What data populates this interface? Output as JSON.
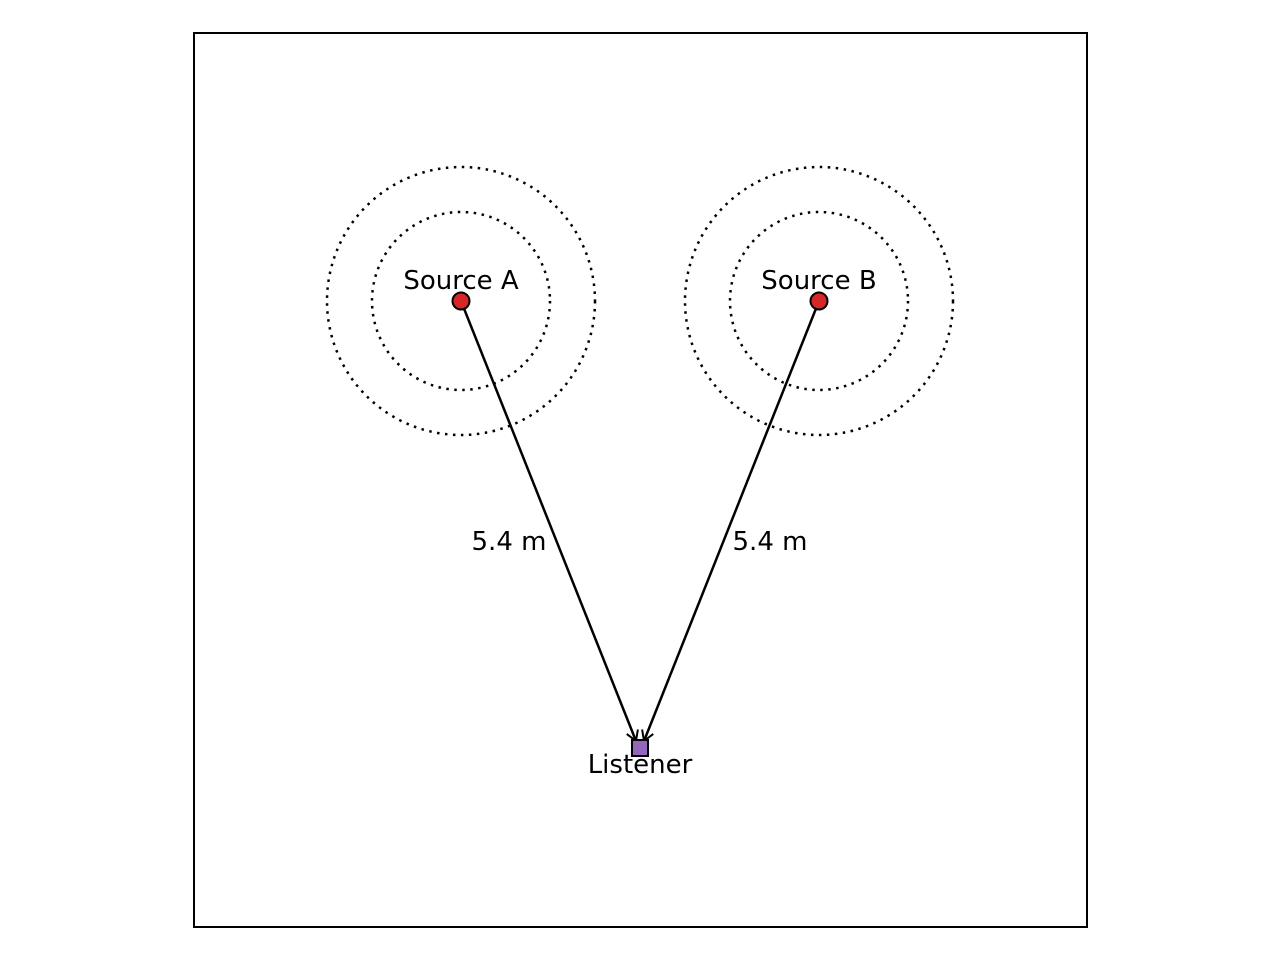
{
  "sources": [
    {
      "id": "a",
      "label": "Source A",
      "distance_label": "5.4 m"
    },
    {
      "id": "b",
      "label": "Source B",
      "distance_label": "5.4 m"
    }
  ],
  "listener": {
    "label": "Listener"
  },
  "colors": {
    "source_fill": "#d62728",
    "listener_fill": "#9467bd",
    "stroke": "#000000",
    "background": "#ffffff"
  }
}
